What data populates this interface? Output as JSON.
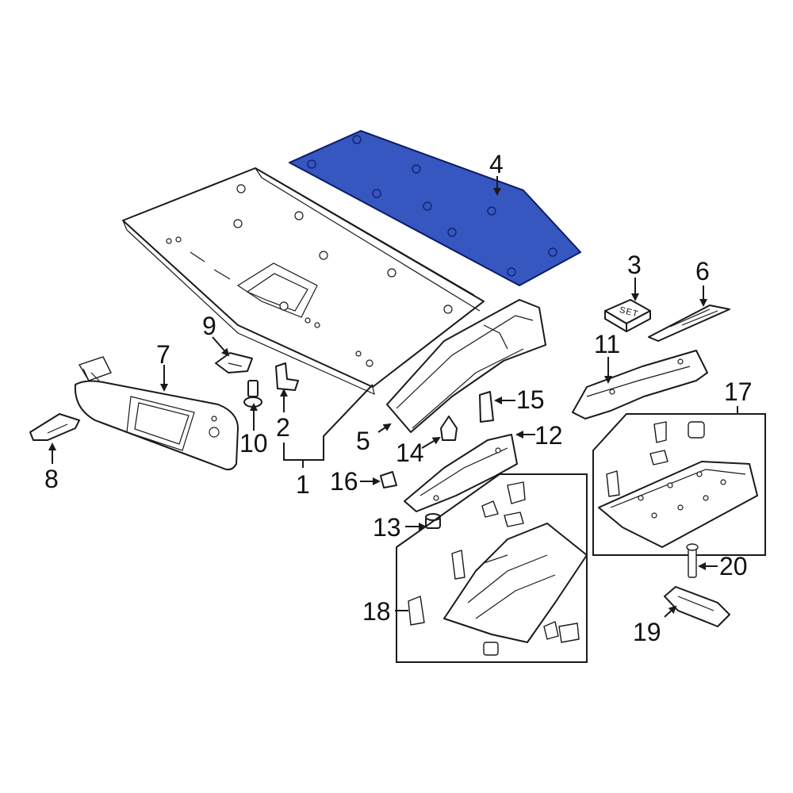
{
  "colors": {
    "line": "#1a1a1a",
    "background": "#ffffff",
    "highlight_fill": "#3656c0",
    "highlight_stroke": "#0c1c66"
  },
  "highlighted_part": "4",
  "callouts": {
    "c1": "1",
    "c2": "2",
    "c3": "3",
    "c4": "4",
    "c5": "5",
    "c6": "6",
    "c7": "7",
    "c8": "8",
    "c9": "9",
    "c10": "10",
    "c11": "11",
    "c12": "12",
    "c13": "13",
    "c14": "14",
    "c15": "15",
    "c16": "16",
    "c17": "17",
    "c18": "18",
    "c19": "19",
    "c20": "20"
  },
  "part3_label": "SET"
}
